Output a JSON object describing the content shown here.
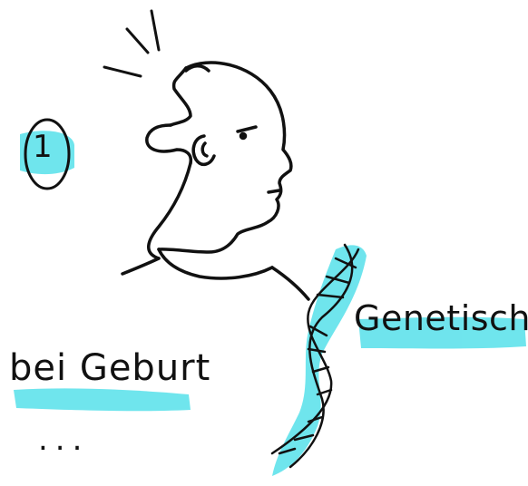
{
  "sketch": {
    "number_label": "1",
    "birth_label": "bei Geburt",
    "genetic_label": "Genetisch",
    "ellipsis": "...",
    "icons": [
      "head-with-puzzle-icon",
      "dna-helix-icon",
      "idea-spark-icon"
    ]
  },
  "colors": {
    "ink": "#111111",
    "highlight": "#56e0ea",
    "background": "#ffffff"
  }
}
